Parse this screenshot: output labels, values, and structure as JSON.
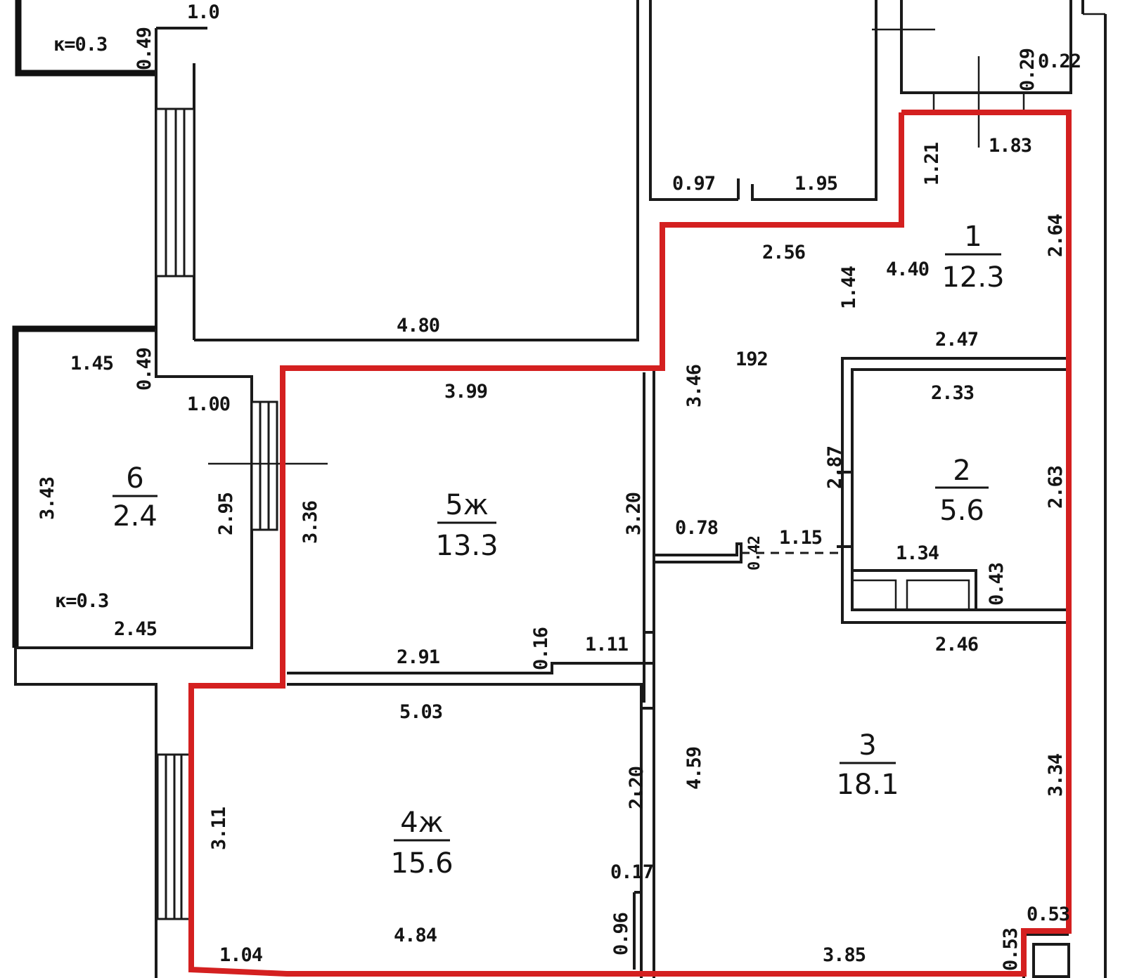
{
  "rooms": [
    {
      "id": "room-1",
      "number": "1",
      "area": "12.3"
    },
    {
      "id": "room-2",
      "number": "2",
      "area": "5.6"
    },
    {
      "id": "room-3",
      "number": "3",
      "area": "18.1"
    },
    {
      "id": "room-4",
      "number": "4ж",
      "area": "15.6"
    },
    {
      "id": "room-5",
      "number": "5ж",
      "area": "13.3"
    },
    {
      "id": "room-6",
      "number": "6",
      "area": "2.4"
    }
  ],
  "dimensions": {
    "d_top_10": "1.0",
    "d_k03_top": "к=0.3",
    "d_049_top": "0.49",
    "d_029": "0.29",
    "d_022": "0.22",
    "d_183": "1.83",
    "d_121": "1.21",
    "d_097": "0.97",
    "d_195": "1.95",
    "d_256": "2.56",
    "d_440": "4.40",
    "d_264": "2.64",
    "d_144": "1.44",
    "d_480": "4.80",
    "d_247": "2.47",
    "d_192": "192",
    "d_145": "1.45",
    "d_049_mid": "0.49",
    "d_346": "3.46",
    "d_399": "3.99",
    "d_233": "2.33",
    "d_100": "1.00",
    "d_287": "2.87",
    "d_343": "3.43",
    "d_295": "2.95",
    "d_336": "3.36",
    "d_320": "3.20",
    "d_263": "2.63",
    "d_078": "0.78",
    "d_042": "0.42",
    "d_115": "1.15",
    "d_134": "1.34",
    "d_043": "0.43",
    "d_k03_bottom": "к=0.3",
    "d_245": "2.45",
    "d_246": "2.46",
    "d_291": "2.91",
    "d_016": "0.16",
    "d_111": "1.11",
    "d_503": "5.03",
    "d_459": "4.59",
    "d_334": "3.34",
    "d_220": "2.20",
    "d_311": "3.11",
    "d_017": "0.17",
    "d_096": "0.96",
    "d_104": "1.04",
    "d_484": "4.84",
    "d_385": "3.85",
    "d_053_h": "0.53",
    "d_053_v": "0.53"
  },
  "colors": {
    "outline": "#d42020",
    "walls": "#1a1a1a",
    "background": "#ffffff"
  }
}
